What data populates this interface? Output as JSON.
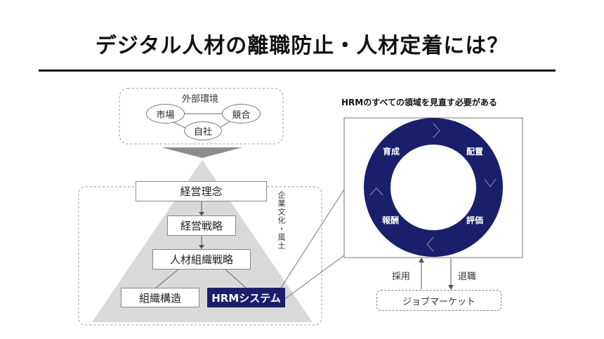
{
  "title": "デジタル人材の離職防止・人材定着には？",
  "external": {
    "label": "外部環境",
    "market": "市場",
    "competition": "競合",
    "company": "自社"
  },
  "pyramid": {
    "philosophy": "経営理念",
    "strategy": "経営戦略",
    "hr_strategy": "人材組織戦略",
    "structure": "組織構造",
    "hrm_system": "HRMシステム",
    "culture": "企業文化・風土"
  },
  "hrm_panel": {
    "caption": "HRMのすべての領域を見直す必要がある",
    "ring": [
      "育成",
      "配置",
      "評価",
      "報酬"
    ]
  },
  "flows": {
    "hire": "採用",
    "leave": "退職",
    "job_market": "ジョブマーケット"
  },
  "colors": {
    "accent": "#1a1f6b",
    "pyramid": "#d9d9d9"
  }
}
